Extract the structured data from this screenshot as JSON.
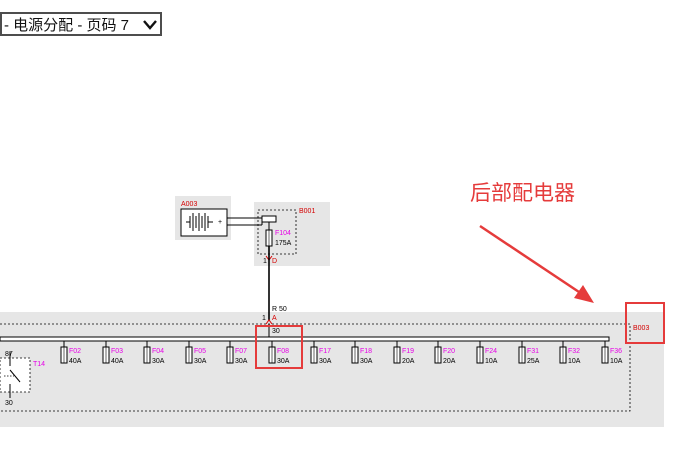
{
  "page_selector": {
    "value": "- 电源分配 - 页码 7",
    "icon": "chevron-down-icon"
  },
  "annotation": {
    "text": "后部配电器",
    "color": "#e53b3b"
  },
  "colors": {
    "label_magenta": "#e600e6",
    "label_red": "#d40000",
    "panel_gray": "#e6e6e6",
    "highlight": "#e53b3b"
  },
  "battery": {
    "id": "A003",
    "terminal_plus": "+"
  },
  "main_fuse_box": {
    "id": "B001",
    "fuse_id": "F104",
    "fuse_rating": "175A",
    "pin": "1",
    "pin_letter": "D"
  },
  "feed_wire": {
    "label": "R 50",
    "pin": "1",
    "pin_letter": "A",
    "bus_label": "30"
  },
  "rear_box": {
    "id": "B003"
  },
  "relay": {
    "id": "T14",
    "pin_top": "87",
    "pin_bottom": "30"
  },
  "fuses": [
    {
      "id": "F02",
      "rating": "40A"
    },
    {
      "id": "F03",
      "rating": "40A"
    },
    {
      "id": "F04",
      "rating": "30A"
    },
    {
      "id": "F05",
      "rating": "30A"
    },
    {
      "id": "F07",
      "rating": "30A"
    },
    {
      "id": "F08",
      "rating": "30A"
    },
    {
      "id": "F17",
      "rating": "30A"
    },
    {
      "id": "F18",
      "rating": "30A"
    },
    {
      "id": "F19",
      "rating": "20A"
    },
    {
      "id": "F20",
      "rating": "20A"
    },
    {
      "id": "F24",
      "rating": "10A"
    },
    {
      "id": "F31",
      "rating": "25A"
    },
    {
      "id": "F32",
      "rating": "10A"
    },
    {
      "id": "F36",
      "rating": "10A"
    }
  ]
}
